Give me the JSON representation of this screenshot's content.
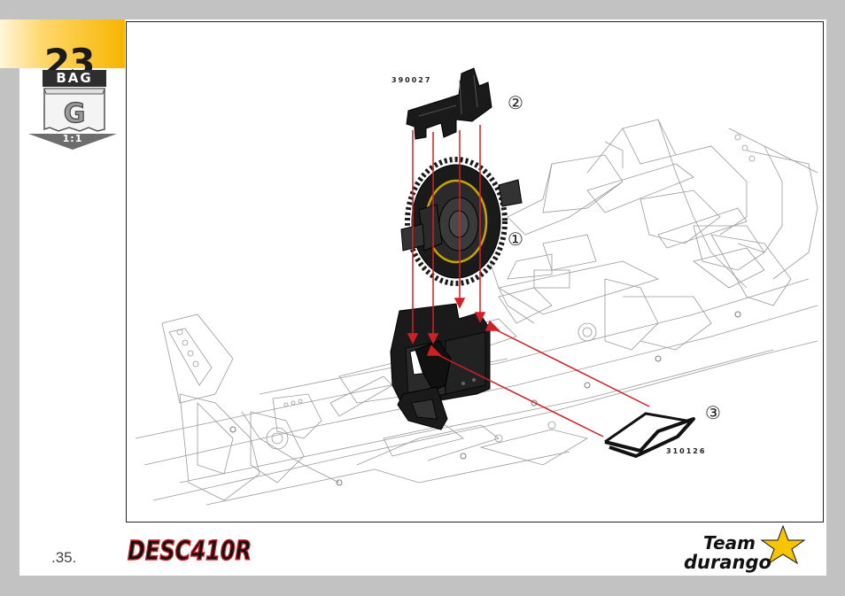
{
  "step": {
    "number": "23"
  },
  "bag": {
    "label": "BAG",
    "letter": "G",
    "scale": "1:1"
  },
  "parts": [
    {
      "number": "390027",
      "callout": "②"
    },
    {
      "number": "",
      "callout": "①"
    },
    {
      "number": "310126",
      "callout": "③"
    }
  ],
  "footer": {
    "page_number": ".35.",
    "model_logo": "DESC410R",
    "brand_logo_line1": "Team",
    "brand_logo_line2": "durango"
  },
  "colors": {
    "tab_gold": "#f7b500",
    "arrow_red": "#d21f26",
    "part_dark": "#1a1a1a",
    "gear_ring": "#c9a400"
  },
  "icons": [
    "bag-icon",
    "scale-arrow-icon",
    "star-icon"
  ]
}
